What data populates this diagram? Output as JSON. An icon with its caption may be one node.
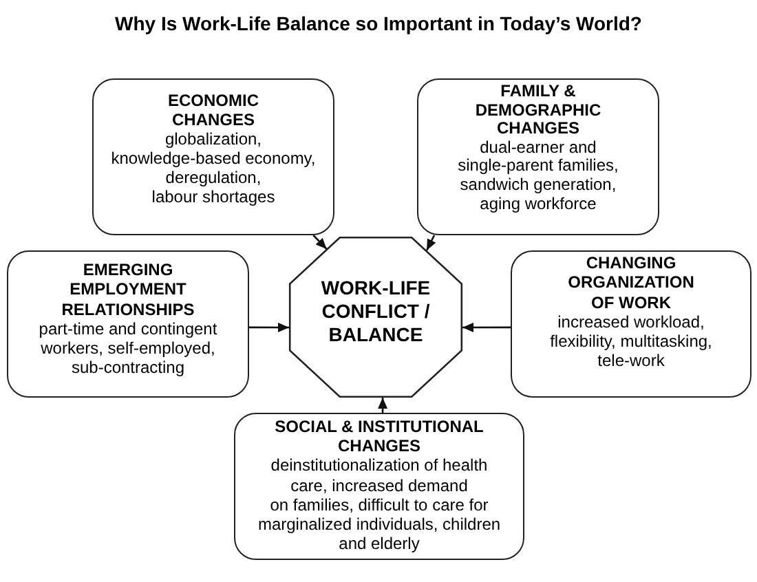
{
  "diagram": {
    "title": "Why Is Work-Life Balance so Important in Today’s World?",
    "nodes": [
      {
        "text": [
          "ECONOMIC CHANGES",
          "globalization, knowledge-based economy, deregulation, labour shortages"
        ]
      },
      {
        "text": [
          "FAMILY & DEMOGRAPHIC CHANGES",
          "dual-earner and single-parent families, sandwich generation, aging workforce"
        ]
      },
      {
        "text": [
          "EMERGING EMPLOYMENT RELATIONSHIPS",
          "part-time and contingent workers, self-employed, sub-contracting"
        ]
      },
      {
        "text": [
          "WORK-LIFE CONFLICT / BALANCE"
        ]
      },
      {
        "text": [
          "CHANGING ORGANIZATION OF WORK",
          "increased workload, flexibility, multitasking, tele-work"
        ]
      },
      {
        "text": [
          "SOCIAL & INSTITUTIONAL CHANGES",
          "deinstitutionalization of health care, increased demand on families, difficult to care for marginalized individuals, children and elderly"
        ]
      }
    ],
    "edges": [
      {
        "from": 0,
        "to": 3,
        "arrow": "to"
      },
      {
        "from": 1,
        "to": 3,
        "arrow": "to"
      },
      {
        "from": 2,
        "to": 3,
        "arrow": "to"
      },
      {
        "from": 4,
        "to": 3,
        "arrow": "to"
      },
      {
        "from": 5,
        "to": 3,
        "arrow": "to"
      }
    ]
  }
}
